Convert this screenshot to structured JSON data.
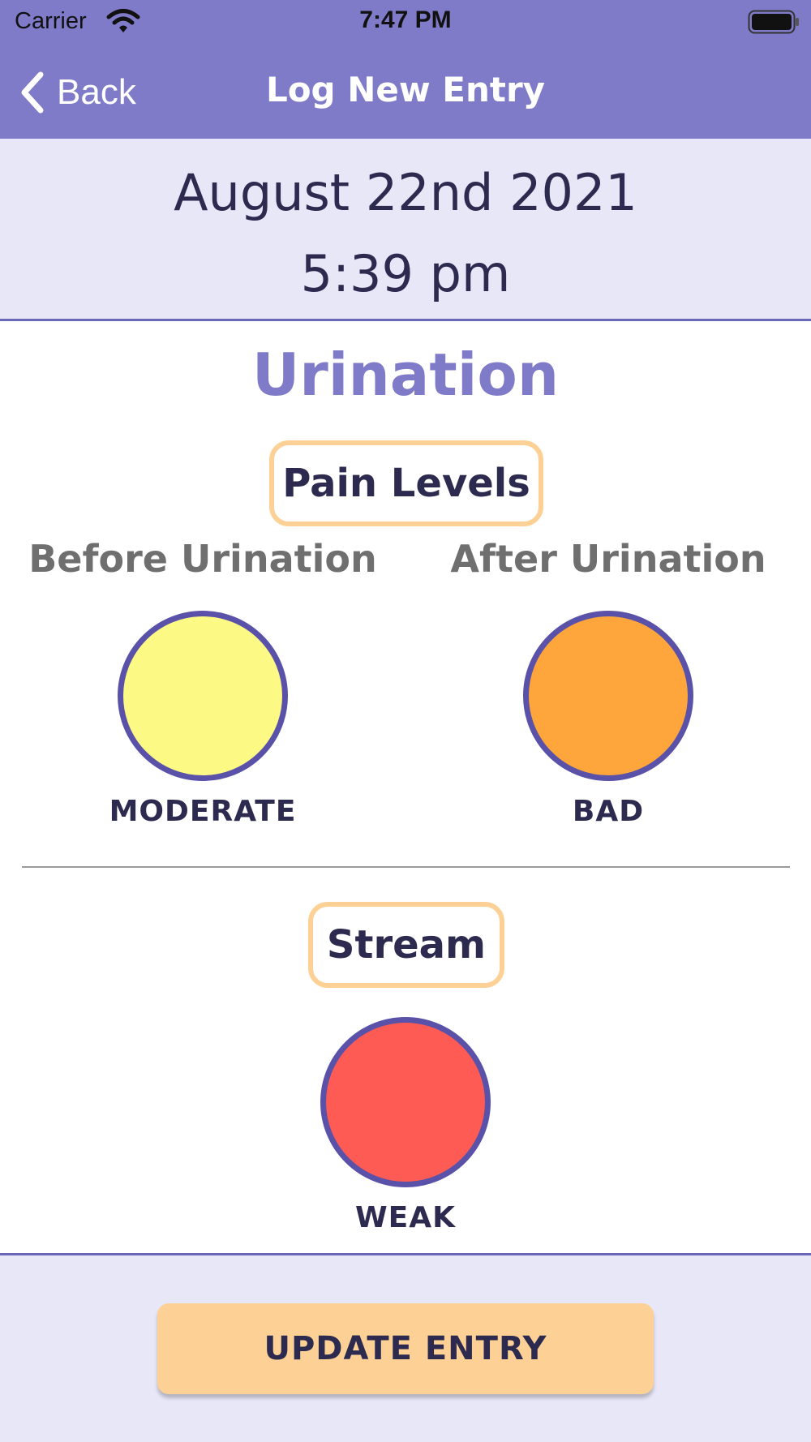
{
  "status_bar": {
    "carrier": "Carrier",
    "time": "7:47 PM",
    "icons": [
      "wifi-icon",
      "battery-icon"
    ]
  },
  "nav": {
    "back_label": "Back",
    "title": "Log New Entry",
    "icons": [
      "chevron-left-icon"
    ]
  },
  "entry": {
    "date": "August 22nd 2021",
    "time": "5:39 pm"
  },
  "section": {
    "title": "Urination"
  },
  "pain_levels": {
    "heading": "Pain Levels",
    "before": {
      "label": "Before Urination",
      "value": "MODERATE",
      "color": "#fdf985"
    },
    "after": {
      "label": "After Urination",
      "value": "BAD",
      "color": "#fea63b"
    }
  },
  "stream": {
    "heading": "Stream",
    "value": "WEAK",
    "color": "#fd5b53"
  },
  "actions": {
    "update_label": "UPDATE ENTRY"
  },
  "colors": {
    "header": "#7f7bc8",
    "band": "#e8e7f8",
    "accent": "#fdd196",
    "circle_border": "#5a52a8"
  }
}
